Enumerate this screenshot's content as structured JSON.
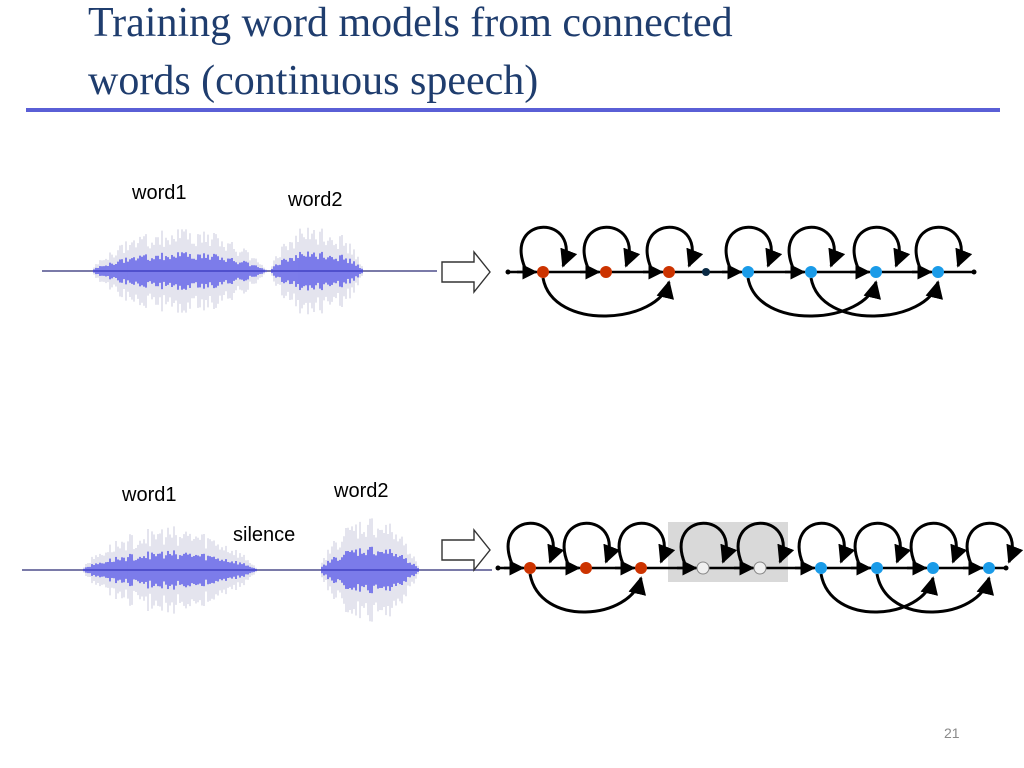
{
  "slide": {
    "title_line1": "Training word models from connected",
    "title_line2": "words (continuous speech)",
    "page_number": "21"
  },
  "top_example": {
    "word1_label": "word1",
    "word2_label": "word2"
  },
  "bottom_example": {
    "word1_label": "word1",
    "word2_label": "word2",
    "silence_label": "silence"
  },
  "colors": {
    "title": "#1f3d6e",
    "rule": "#5a5fd6",
    "waveform": "#2a2ae0",
    "word1_state": "#cc3300",
    "word2_state": "#1a9be8",
    "silence_state": "#f0f0f0",
    "silence_box": "#d9d9d9"
  },
  "icons": [
    "right-block-arrow-icon",
    "waveform-icon",
    "hmm-state-icon"
  ]
}
